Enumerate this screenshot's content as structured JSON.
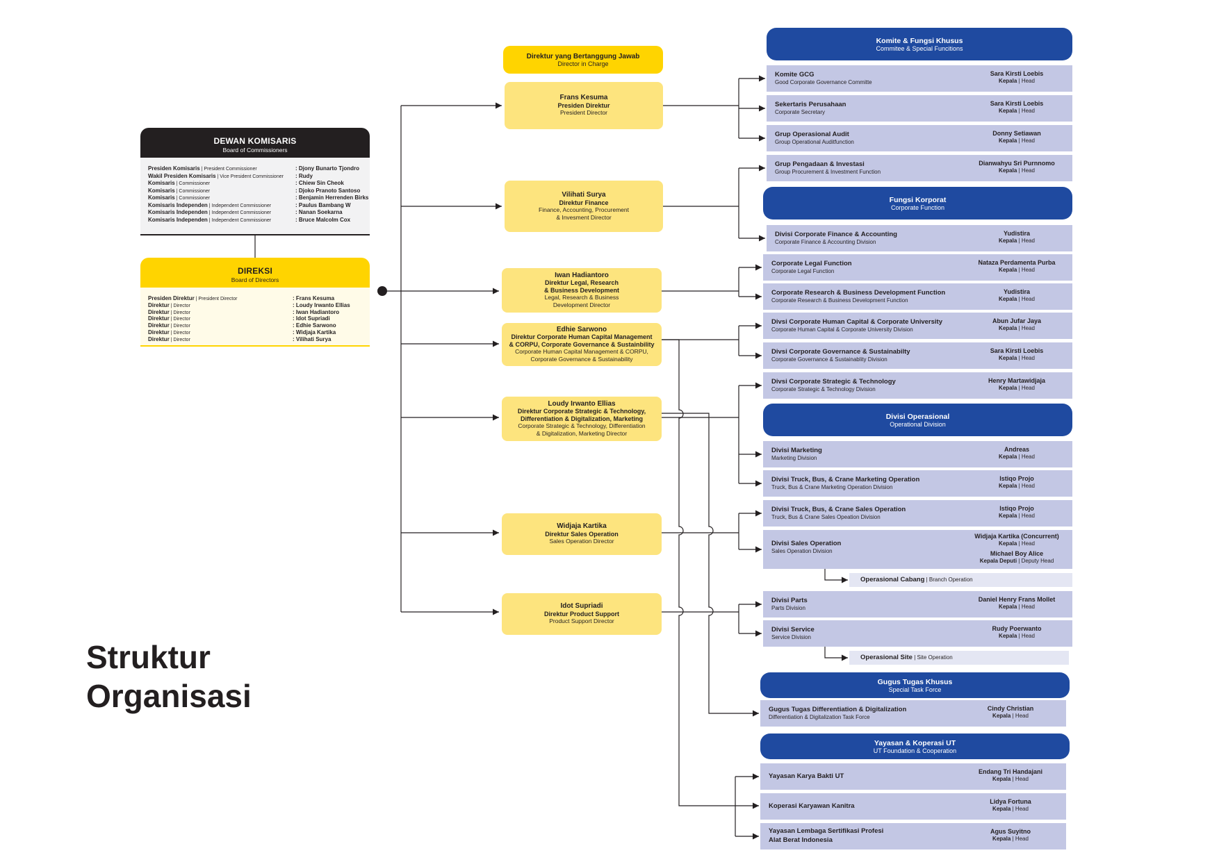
{
  "page_title": [
    "Struktur",
    "Organisasi"
  ],
  "boc": {
    "title": "DEWAN KOMISARIS",
    "subtitle": "Board of Commissioners",
    "members": [
      {
        "role": "Presiden Komisaris",
        "role_en": "President Commissioner",
        "name": ": Djony Bunarto Tjondro"
      },
      {
        "role": "Wakil Presiden Komisaris",
        "role_en": "Vice President Commissioner",
        "name": ": Rudy"
      },
      {
        "role": "Komisaris",
        "role_en": "Commissioner",
        "name": ": Chiew Sin Cheok"
      },
      {
        "role": "Komisaris",
        "role_en": "Commissioner",
        "name": ": Djoko Pranoto Santoso"
      },
      {
        "role": "Komisaris",
        "role_en": "Commissioner",
        "name": ": Benjamin Herrenden Birks"
      },
      {
        "role": "Komisaris Independen",
        "role_en": "Independent Commissioner",
        "name": ": Paulus Bambang W"
      },
      {
        "role": "Komisaris Independen",
        "role_en": "Independent Commissioner",
        "name": ": Nanan Soekarna"
      },
      {
        "role": "Komisaris Independen",
        "role_en": "Independent Commissioner",
        "name": ": Bruce Malcolm Cox"
      }
    ]
  },
  "bod": {
    "title": "DIREKSI",
    "subtitle": "Board of Directors",
    "members": [
      {
        "role": "Presiden Direktur",
        "role_en": "President Director",
        "name": ": Frans Kesuma"
      },
      {
        "role": "Direktur",
        "role_en": "Director",
        "name": ": Loudy Irwanto Ellias"
      },
      {
        "role": "Direktur",
        "role_en": "Director",
        "name": ": Iwan Hadiantoro"
      },
      {
        "role": "Direktur",
        "role_en": "Director",
        "name": ": Idot Supriadi"
      },
      {
        "role": "Direktur",
        "role_en": "Director",
        "name": ": Edhie Sarwono"
      },
      {
        "role": "Direktur",
        "role_en": "Director",
        "name": ": Widjaja Kartika"
      },
      {
        "role": "Direktur",
        "role_en": "Director",
        "name": ": Vilihati Surya"
      }
    ]
  },
  "director_header": {
    "title": "Direktur yang Bertanggung Jawab",
    "subtitle": "Director in Charge"
  },
  "directors": [
    {
      "name": "Frans Kesuma",
      "title": [
        "Presiden Direktur"
      ],
      "title_en": [
        "President Director"
      ]
    },
    {
      "name": "Vilihati Surya",
      "title": [
        "Direktur Finance"
      ],
      "title_en": [
        "Finance, Accounting, Procurement",
        "& Invesment Director"
      ]
    },
    {
      "name": "Iwan Hadiantoro",
      "title": [
        "Direktur Legal, Research",
        "& Business Development"
      ],
      "title_en": [
        "Legal, Research & Business",
        "Development Director"
      ]
    },
    {
      "name": "Edhie Sarwono",
      "title": [
        "Direktur Corporate Human Capital Management",
        "& CORPU, Corporate Governance & Sustainbility"
      ],
      "title_en": [
        "Corporate Human Capital Management & CORPU,",
        "Corporate Governance & Sustainability"
      ]
    },
    {
      "name": "Loudy Irwanto Ellias",
      "title": [
        "Direktur Corporate Strategic & Technology,",
        "Differentiation & Digitalization, Marketing"
      ],
      "title_en": [
        "Corporate Strategic & Technology, Differentiation",
        "& Digitalization, Marketing Director"
      ]
    },
    {
      "name": "Widjaja Kartika",
      "title": [
        "Direktur Sales Operation"
      ],
      "title_en": [
        "Sales Operation Director"
      ]
    },
    {
      "name": "Idot Supriadi",
      "title": [
        "Direktur Product Support"
      ],
      "title_en": [
        "Product Support Director"
      ]
    }
  ],
  "groups": [
    {
      "title": "Komite & Fungsi Khusus",
      "subtitle": "Commitee & Special Funcitions"
    },
    {
      "title": "Fungsi Korporat",
      "subtitle": "Corporate Function"
    },
    {
      "title": "Divisi Operasional",
      "subtitle": "Operational Division"
    },
    {
      "title": "Gugus Tugas Khusus",
      "subtitle": "Special Task Force"
    },
    {
      "title": "Yayasan & Koperasi UT",
      "subtitle": "UT Foundation & Cooperation"
    }
  ],
  "units": [
    {
      "title": [
        "Komite GCG"
      ],
      "title_en": "Good Corporate Governance Committe",
      "head": [
        {
          "name": "Sara Kirsti Loebis",
          "role": "Kepala",
          "role_en": "Head"
        }
      ]
    },
    {
      "title": [
        "Sekertaris Perusahaan"
      ],
      "title_en": "Corporate Secretary",
      "head": [
        {
          "name": "Sara Kirsti Loebis",
          "role": "Kepala",
          "role_en": "Head"
        }
      ]
    },
    {
      "title": [
        "Grup Operasional Audit"
      ],
      "title_en": "Group Operational Auditfunction",
      "head": [
        {
          "name": "Donny Setiawan",
          "role": "Kepala",
          "role_en": "Head"
        }
      ]
    },
    {
      "title": [
        "Grup Pengadaan & Investasi"
      ],
      "title_en": "Group Procurement & Investment Function",
      "head": [
        {
          "name": "Dianwahyu Sri Purnnomo",
          "role": "Kepala",
          "role_en": "Head"
        }
      ]
    },
    {
      "title": [
        "Divisi Corporate Finance & Accounting"
      ],
      "title_en": "Corporate Finance & Accounting Division",
      "head": [
        {
          "name": "Yudistira",
          "role": "Kepala",
          "role_en": "Head"
        }
      ]
    },
    {
      "title": [
        "Corporate Legal Function"
      ],
      "title_en": "Corporate Legal Function",
      "head": [
        {
          "name": "Nataza Perdamenta Purba",
          "role": "Kepala",
          "role_en": "Head"
        }
      ]
    },
    {
      "title": [
        "Corporate Research & Business Development Function"
      ],
      "title_en": "Corporate Research & Business Development Function",
      "head": [
        {
          "name": "Yudistira",
          "role": "Kepala",
          "role_en": "Head"
        }
      ]
    },
    {
      "title": [
        "Divsi Corporate Human Capital & Corporate University"
      ],
      "title_en": "Corporate Human Capital & Corporate University Division",
      "head": [
        {
          "name": "Abun Jufar Jaya",
          "role": "Kepala",
          "role_en": "Head"
        }
      ]
    },
    {
      "title": [
        "Divsi Corporate Governance & Sustainabilty"
      ],
      "title_en": "Corporate Governance & Sustainablity Division",
      "head": [
        {
          "name": "Sara Kirsti Loebis",
          "role": "Kepala",
          "role_en": "Head"
        }
      ]
    },
    {
      "title": [
        "Divsi Corporate Strategic & Technology"
      ],
      "title_en": "Corporate Strategic & Technology Division",
      "head": [
        {
          "name": "Henry Martawidjaja",
          "role": "Kepala",
          "role_en": "Head"
        }
      ]
    },
    {
      "title": [
        "Divisi Marketing"
      ],
      "title_en": "Marketing Division",
      "head": [
        {
          "name": "Andreas",
          "role": "Kepala",
          "role_en": "Head"
        }
      ]
    },
    {
      "title": [
        "Divisi Truck, Bus, & Crane Marketing Operation"
      ],
      "title_en": "Truck, Bus & Crane Marketing Operation Division",
      "head": [
        {
          "name": "Istiqo Projo",
          "role": "Kepala",
          "role_en": "Head"
        }
      ]
    },
    {
      "title": [
        "Divisi Truck, Bus, & Crane Sales Operation"
      ],
      "title_en": "Truck, Bus & Crane Sales Opeation Division",
      "head": [
        {
          "name": "Istiqo Projo",
          "role": "Kepala",
          "role_en": "Head"
        }
      ]
    },
    {
      "title": [
        "Divisi Sales Operation"
      ],
      "title_en": "Sales Operation Division",
      "head": [
        {
          "name": "Widjaja Kartika (Concurrent)",
          "role": "Kepala",
          "role_en": "Head"
        },
        {
          "name": "Michael Boy Alice",
          "role": "Kepala Deputi",
          "role_en": "Deputy Head"
        }
      ]
    },
    {
      "title": [
        "Divisi Parts"
      ],
      "title_en": "Parts Division",
      "head": [
        {
          "name": "Daniel Henry Frans Mollet",
          "role": "Kepala",
          "role_en": "Head"
        }
      ]
    },
    {
      "title": [
        "Divisi Service"
      ],
      "title_en": "Service Division",
      "head": [
        {
          "name": "Rudy Poerwanto",
          "role": "Kepala",
          "role_en": "Head"
        }
      ]
    },
    {
      "title": [
        "Gugus Tugas Differentiation & Digitalization"
      ],
      "title_en": "Differentiation & Digitalization Task Force",
      "head": [
        {
          "name": "Cindy Christian",
          "role": "Kepala",
          "role_en": "Head"
        }
      ]
    },
    {
      "title": [
        "Yayasan Karya Bakti UT"
      ],
      "title_en": "",
      "head": [
        {
          "name": "Endang Tri Handajani",
          "role": "Kepala",
          "role_en": "Head"
        }
      ]
    },
    {
      "title": [
        "Koperasi Karyawan Kanitra"
      ],
      "title_en": "",
      "head": [
        {
          "name": "Lidya Fortuna",
          "role": "Kepala",
          "role_en": "Head"
        }
      ]
    },
    {
      "title": [
        "Yayasan Lembaga Sertifikasi Profesi",
        "Alat Berat Indonesia"
      ],
      "title_en": "",
      "head": [
        {
          "name": "Agus Suyitno",
          "role": "Kepala",
          "role_en": "Head"
        }
      ]
    }
  ],
  "sub_units": [
    {
      "title": "Operasional Cabang",
      "title_en": "Branch Operation"
    },
    {
      "title": "Operasional Site",
      "title_en": "Site Operation"
    }
  ],
  "colors": {
    "navy": "#1f4aa0",
    "gold": "#ffd400",
    "light_gold": "#fde47e",
    "lavender": "#c3c7e4",
    "dark": "#231f20"
  }
}
